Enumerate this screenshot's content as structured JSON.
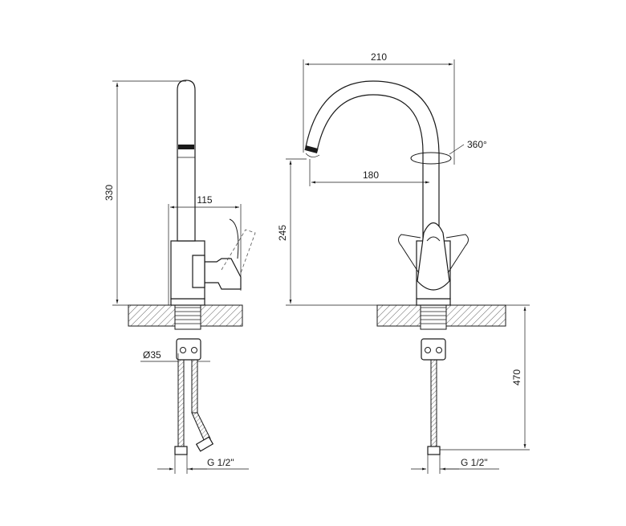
{
  "dimensions": {
    "side": {
      "height": "330",
      "handle_reach": "115",
      "diameter": "Ø35",
      "thread": "G 1/2\""
    },
    "front": {
      "width": "210",
      "spout_reach": "180",
      "rotation": "360°",
      "spout_height": "245",
      "hose_length": "470",
      "thread": "G 1/2\""
    }
  }
}
